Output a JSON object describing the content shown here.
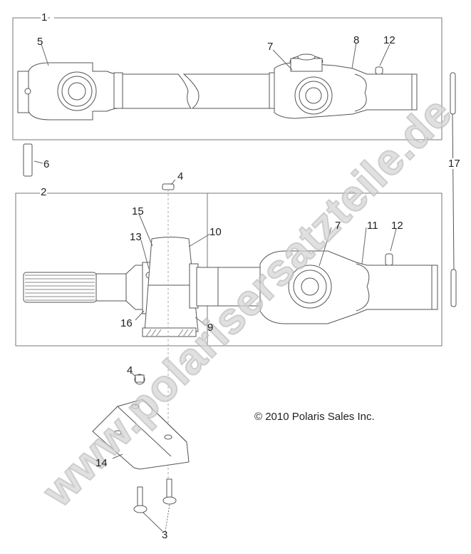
{
  "diagram": {
    "type": "exploded parts diagram",
    "subject": "Drive shaft assemblies (prop shaft with carrier bearing)",
    "copyright": "© 2010 Polaris Sales Inc.",
    "watermark": "www.polarisersatzteile.de",
    "colors": {
      "line": "#555555",
      "frame": "#777777",
      "text": "#222222",
      "watermark": "#cfcfcf",
      "background": "#ffffff"
    },
    "callouts": [
      {
        "id": "1",
        "label": "1",
        "part": "front shaft assembly frame"
      },
      {
        "id": "2",
        "label": "2",
        "part": "rear shaft assembly frame"
      },
      {
        "id": "3",
        "label": "3",
        "part": "bolts"
      },
      {
        "id": "4a",
        "label": "4",
        "part": "nut (top)"
      },
      {
        "id": "4b",
        "label": "4",
        "part": "nut (bracket)"
      },
      {
        "id": "5",
        "label": "5",
        "part": "yoke"
      },
      {
        "id": "6",
        "label": "6",
        "part": "roll pin"
      },
      {
        "id": "7a",
        "label": "7",
        "part": "u-joint (top shaft)"
      },
      {
        "id": "7b",
        "label": "7",
        "part": "u-joint (bottom shaft)"
      },
      {
        "id": "8",
        "label": "8",
        "part": "yoke"
      },
      {
        "id": "9",
        "label": "9",
        "part": "bearing base"
      },
      {
        "id": "10",
        "label": "10",
        "part": "carrier bearing housing"
      },
      {
        "id": "11",
        "label": "11",
        "part": "yoke"
      },
      {
        "id": "12a",
        "label": "12",
        "part": "grease fitting (top)"
      },
      {
        "id": "12b",
        "label": "12",
        "part": "grease fitting (bottom)"
      },
      {
        "id": "13",
        "label": "13",
        "part": "grease fitting"
      },
      {
        "id": "14",
        "label": "14",
        "part": "mounting bracket"
      },
      {
        "id": "15",
        "label": "15",
        "part": "bearing"
      },
      {
        "id": "16",
        "label": "16",
        "part": "seal"
      },
      {
        "id": "17",
        "label": "17",
        "part": "pin"
      }
    ]
  }
}
